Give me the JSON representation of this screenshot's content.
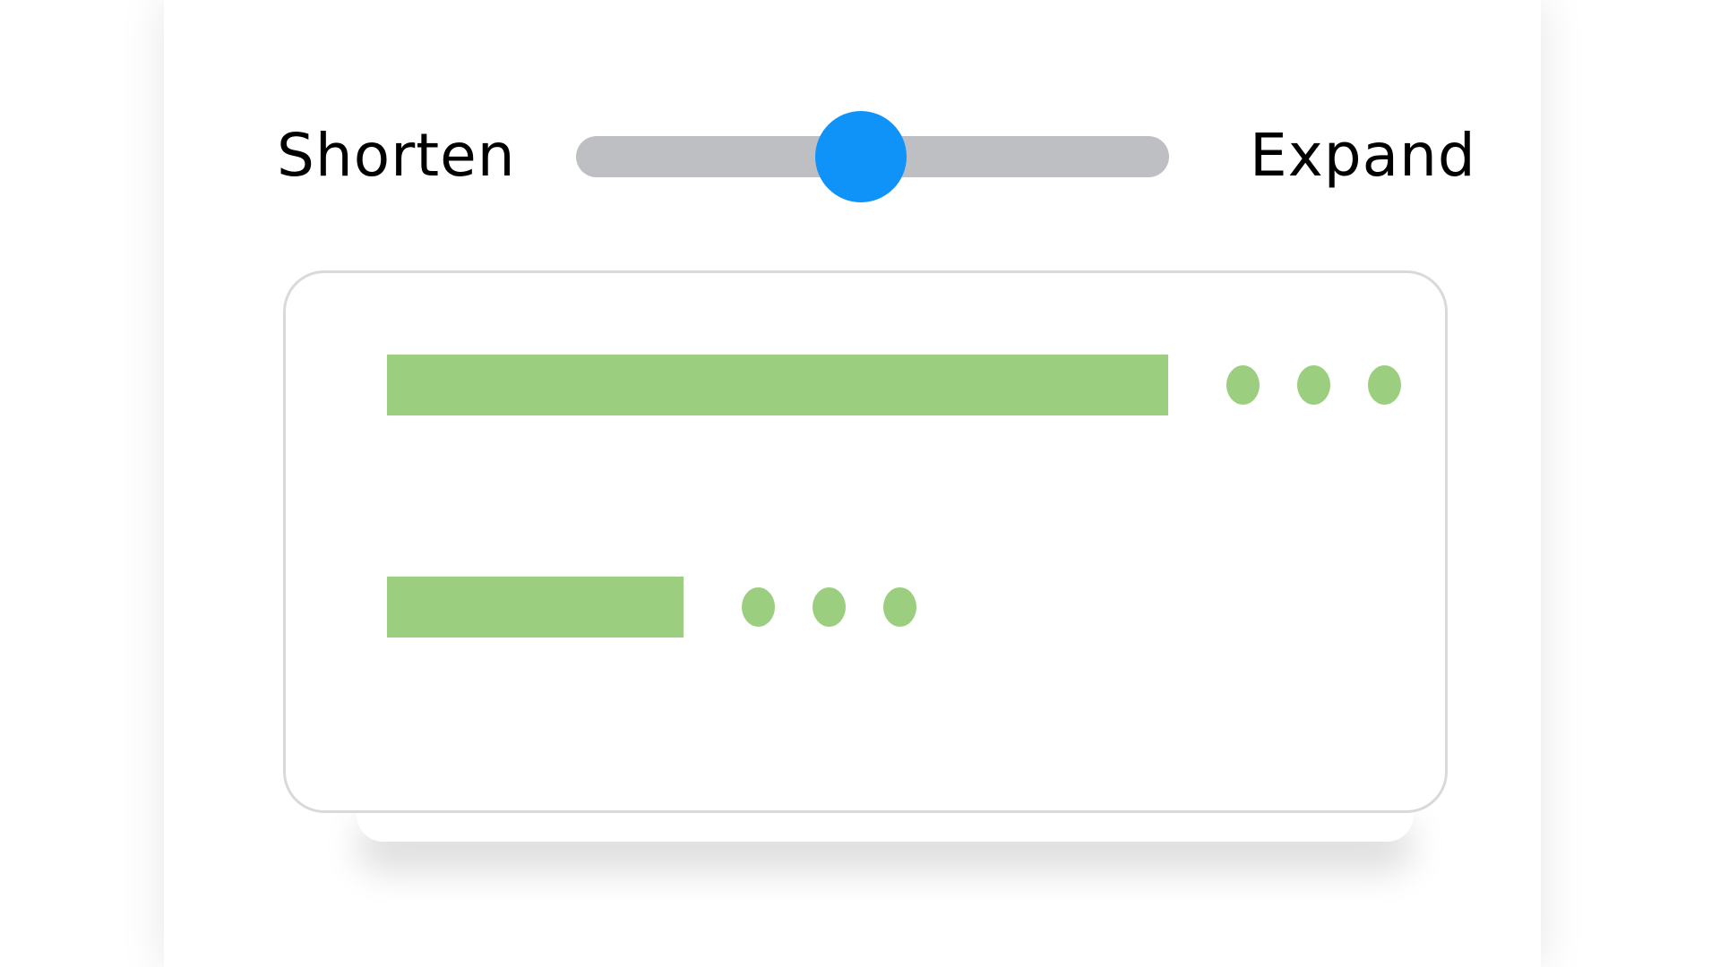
{
  "slider": {
    "min_label": "Shorten",
    "max_label": "Expand",
    "value": 0.48
  },
  "preview": {
    "rows": [
      {
        "name": "long-line",
        "length": 1.0
      },
      {
        "name": "short-line",
        "length": 0.38
      }
    ]
  },
  "colors": {
    "track": "#bebfc2",
    "thumb": "#1093f8",
    "bar": "#9bcf7f",
    "card_border": "#d9d9d9",
    "text": "#000000"
  },
  "icons": {
    "ellipsis": "ellipsis-icon"
  }
}
